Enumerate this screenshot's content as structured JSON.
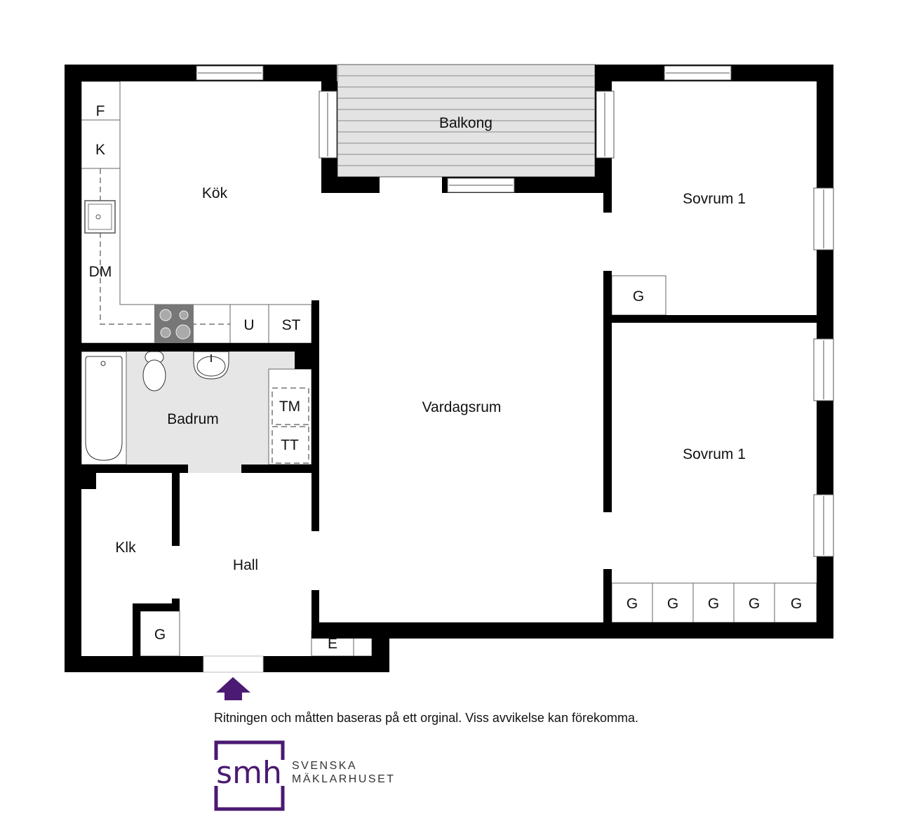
{
  "rooms": {
    "kok": "Kök",
    "balkong": "Balkong",
    "sovrum_a": "Sovrum 1",
    "sovrum_b": "Sovrum 1",
    "vardagsrum": "Vardagsrum",
    "badrum": "Badrum",
    "hall": "Hall",
    "klk": "Klk"
  },
  "fixtures": {
    "f": "F",
    "k": "K",
    "dm": "DM",
    "u": "U",
    "st": "ST",
    "tm": "TM",
    "tt": "TT",
    "e": "E",
    "g_sovrum": "G",
    "g_klk": "G",
    "g_row": [
      "G",
      "G",
      "G",
      "G",
      "G"
    ]
  },
  "disclaimer": "Ritningen och måtten baseras på ett orginal. Viss avvikelse kan förekomma.",
  "logo": {
    "mark": "smh",
    "line1": "SVENSKA",
    "line2": "MÄKLARHUSET"
  },
  "colors": {
    "brand": "#4b1a72",
    "wall": "#000000",
    "bath": "#e6e6e6",
    "balcony": "#e3e3e3"
  }
}
